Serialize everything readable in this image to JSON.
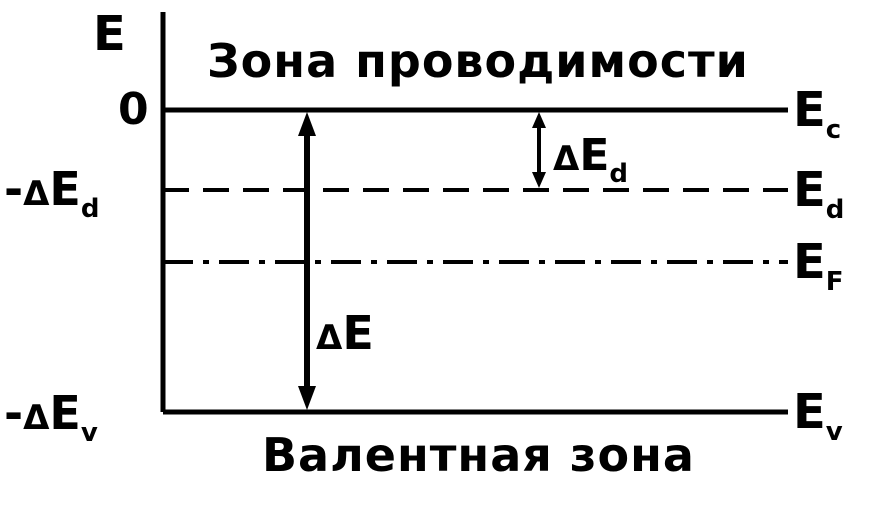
{
  "axis": {
    "title": "E",
    "zero": "0"
  },
  "zones": {
    "conduction": "Зона проводимости",
    "valence": "Валентная зона"
  },
  "left_labels": {
    "donor_minus": "-",
    "donor_delta": "Δ",
    "donor_E": "E",
    "donor_sub": "d",
    "valence_minus": "-",
    "valence_delta": "Δ",
    "valence_E": "E",
    "valence_sub": "v"
  },
  "right_labels": {
    "ec_E": "E",
    "ec_sub": "c",
    "ed_E": "E",
    "ed_sub": "d",
    "ef_E": "E",
    "ef_sub": "F",
    "ev_E": "E",
    "ev_sub": "v"
  },
  "gaps": {
    "donor_delta": "Δ",
    "donor_E": "E",
    "donor_sub": "d",
    "band_delta": "Δ",
    "band_E": "E"
  },
  "line_styles": {
    "Ec": "solid",
    "Ed": "dashed",
    "EF": "dash-dot",
    "Ev": "solid"
  }
}
